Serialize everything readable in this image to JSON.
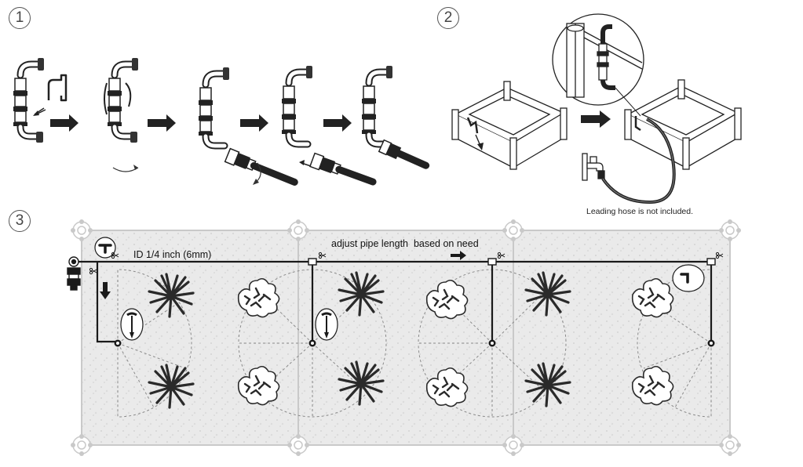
{
  "steps": {
    "step1": "1",
    "step2": "2",
    "step3": "3"
  },
  "step2": {
    "hose_note": "Leading hose is not included."
  },
  "step3": {
    "pipe_id_label": "ID 1/4 inch (6mm)",
    "adjust_label": "adjust pipe length  based on need"
  }
}
